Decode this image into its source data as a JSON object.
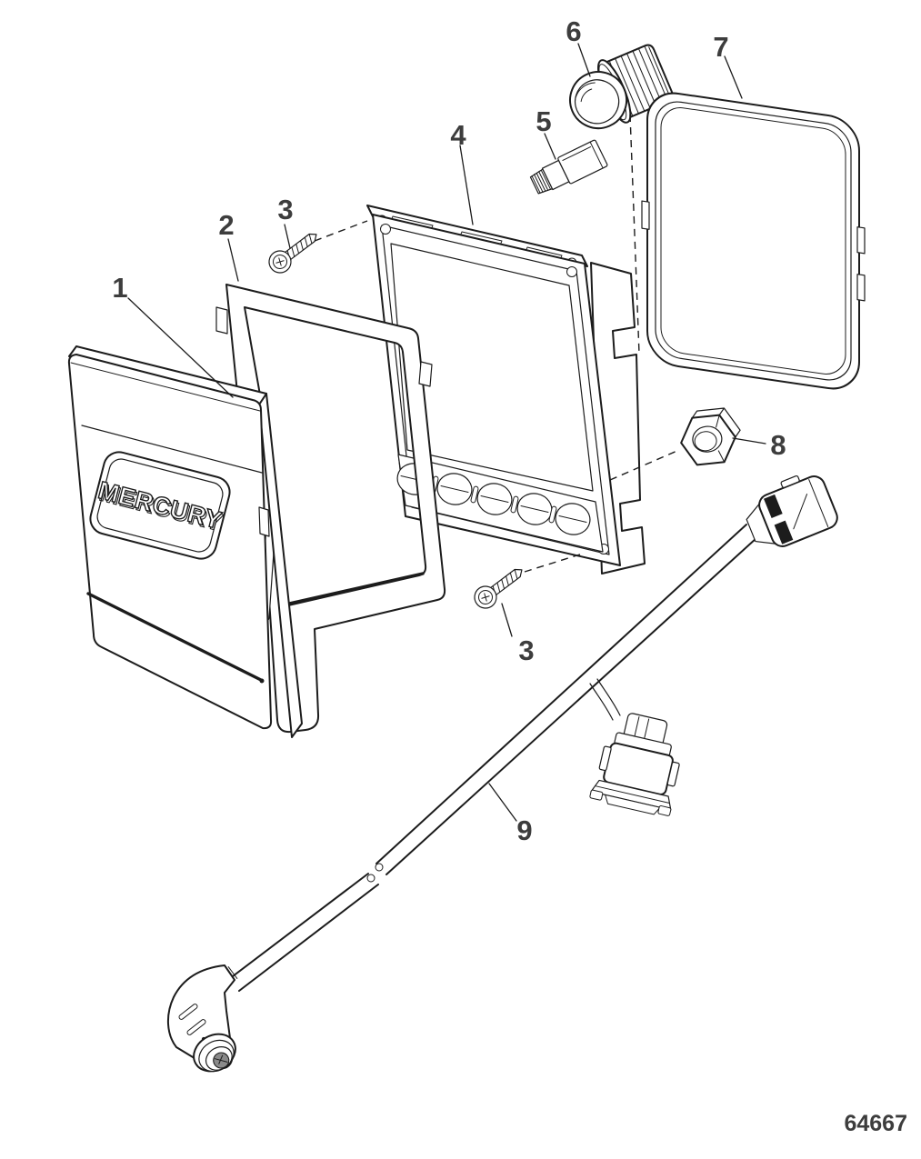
{
  "diagram": {
    "drawing_number": "64667",
    "logo_text": "MERCURY",
    "callouts": [
      "1",
      "2",
      "3",
      "3",
      "4",
      "5",
      "6",
      "7",
      "8",
      "9"
    ],
    "colors": {
      "background": "#ffffff",
      "line": "#1c1c1c",
      "label": "#3d3d3d"
    }
  }
}
